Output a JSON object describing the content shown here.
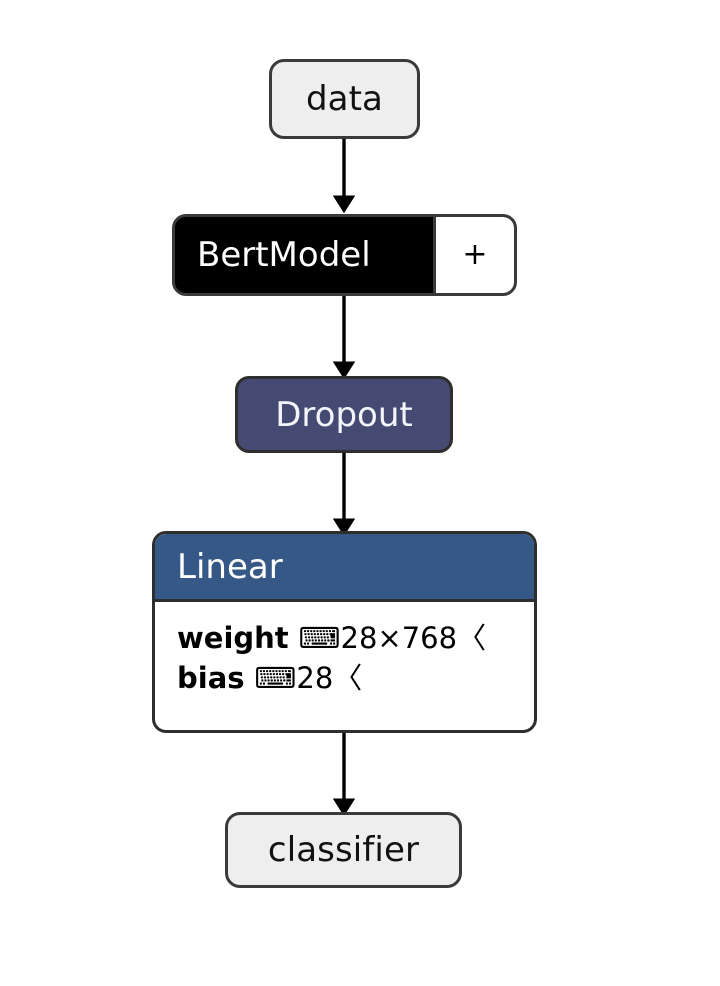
{
  "diagram": {
    "title": "model-graph",
    "background_color": "#ffffff",
    "edge_color": "#000000",
    "nodes": [
      {
        "id": "data",
        "kind": "terminal",
        "label": "data",
        "fill": "#eeeeee",
        "border": "#3a3a3a",
        "text_color": "#111111"
      },
      {
        "id": "bertmodel",
        "kind": "collapsed-module",
        "label": "BertModel",
        "expand_label": "+",
        "fill": "#000000",
        "border": "#3a3a3a",
        "text_color": "#ffffff",
        "expand_fill": "#ffffff"
      },
      {
        "id": "dropout",
        "kind": "module",
        "label": "Dropout",
        "fill": "#454a73",
        "border": "#2e2e2e",
        "text_color": "#f3f5fa"
      },
      {
        "id": "linear",
        "kind": "expanded-module",
        "label": "Linear",
        "header_fill": "#365886",
        "body_fill": "#ffffff",
        "border": "#2e2e2e",
        "header_text_color": "#ffffff",
        "params": [
          {
            "name": "weight",
            "shape": "⌨28×768〈"
          },
          {
            "name": "bias",
            "shape": "⌨28〈"
          }
        ]
      },
      {
        "id": "classifier",
        "kind": "terminal",
        "label": "classifier",
        "fill": "#eeeeee",
        "border": "#3a3a3a",
        "text_color": "#111111"
      }
    ],
    "edges": [
      {
        "from": "data",
        "to": "bertmodel"
      },
      {
        "from": "bertmodel",
        "to": "dropout"
      },
      {
        "from": "dropout",
        "to": "linear"
      },
      {
        "from": "linear",
        "to": "classifier"
      }
    ]
  }
}
